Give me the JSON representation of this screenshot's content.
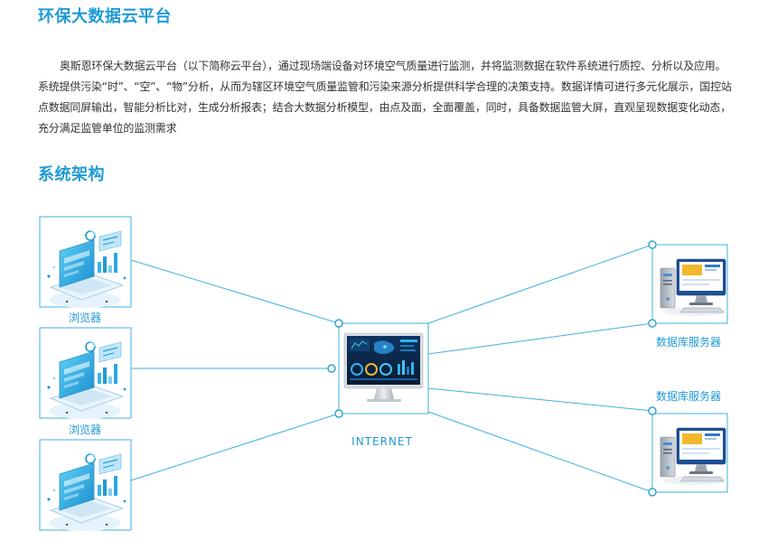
{
  "header": {
    "title": "环保大数据云平台"
  },
  "intro": {
    "text": "奥斯恩环保大数据云平台（以下简称云平台），通过现场端设备对环境空气质量进行监测，并将监测数据在软件系统进行质控、分析以及应用。系统提供污染“时”、“空”、“物”分析，从而为辖区环境空气质量监管和污染来源分析提供科学合理的决策支持。数据详情可进行多元化展示，国控站点数据同屏输出，智能分析比对，生成分析报表；结合大数据分析模型，由点及面，全面覆盖，同时，具备数据监管大屏，直观呈现数据变化动态，充分满足监管单位的监测需求"
  },
  "architecture": {
    "title": "系统架构",
    "hub_label": "INTERNET",
    "clients": [
      {
        "label": "浏览器",
        "icon": "browser-analytics-icon"
      },
      {
        "label": "浏览器",
        "icon": "browser-analytics-icon"
      },
      {
        "label": "",
        "icon": "browser-analytics-icon"
      }
    ],
    "servers": [
      {
        "label": "数据库服务器",
        "icon": "database-server-icon"
      },
      {
        "label": "数据库服务器",
        "icon": "database-server-icon"
      }
    ],
    "colors": {
      "accent": "#1f9ad6",
      "line": "#3fb0e0",
      "monitor_screen": "#0d2a52",
      "server_highlight": "#f2b82e"
    }
  }
}
